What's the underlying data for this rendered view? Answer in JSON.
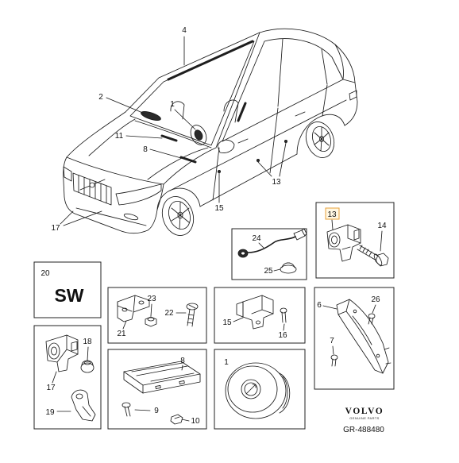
{
  "car_view": {
    "callouts": [
      "4",
      "2",
      "1",
      "11",
      "8",
      "13",
      "15",
      "17"
    ]
  },
  "panel_front_sensor": {
    "callouts": [
      "13",
      "14"
    ]
  },
  "panel_harness": {
    "callouts": [
      "24",
      "25"
    ]
  },
  "panel_sw": {
    "callouts": [
      "20",
      "SW"
    ]
  },
  "panel_bracket": {
    "callouts": [
      "23",
      "22",
      "21"
    ]
  },
  "panel_side_sensor": {
    "callouts": [
      "15",
      "16"
    ]
  },
  "panel_seat_airbag": {
    "callouts": [
      "6",
      "26",
      "7"
    ]
  },
  "panel_bumper_sensor": {
    "callouts": [
      "18",
      "17",
      "19"
    ]
  },
  "panel_knee_airbag": {
    "callouts": [
      "8",
      "9",
      "10"
    ]
  },
  "panel_steering_airbag": {
    "callouts": [
      "1"
    ]
  },
  "brand": {
    "logo": "VOLVO",
    "tagline": "GENUINE PARTS",
    "diagram_id": "GR-488480"
  },
  "colors": {
    "line": "#1a1a1a",
    "highlight": "#e8a13a",
    "background": "#ffffff"
  }
}
